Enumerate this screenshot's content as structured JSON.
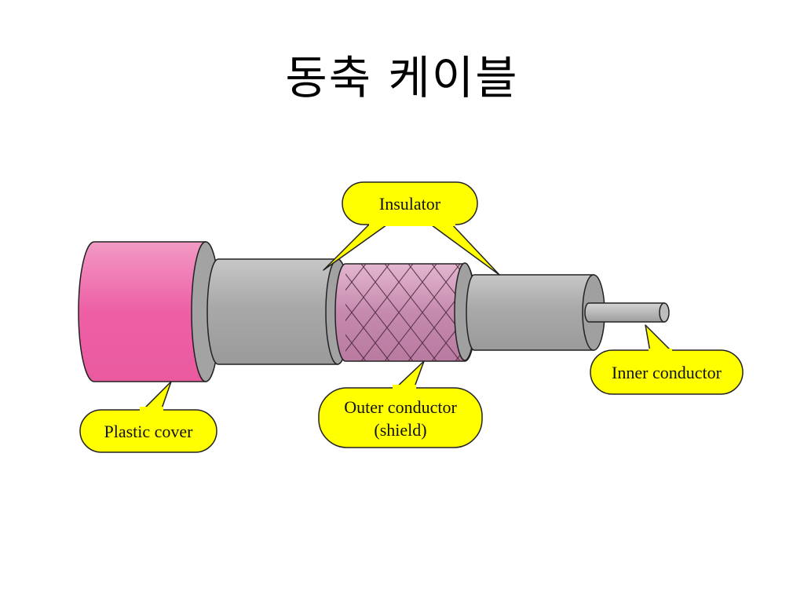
{
  "slide": {
    "title": "동축 케이블"
  },
  "labels": {
    "insulator": "Insulator",
    "inner_conductor": "Inner conductor",
    "outer_conductor_line1": "Outer conductor",
    "outer_conductor_line2": "(shield)",
    "plastic_cover": "Plastic cover"
  },
  "colors": {
    "callout_fill": "#ffff00",
    "plastic_cover": "#ee6aa8",
    "insulator": "#a8a8a8",
    "shield_mesh": "#c98fb0",
    "inner_conductor": "#b0b0b0"
  }
}
